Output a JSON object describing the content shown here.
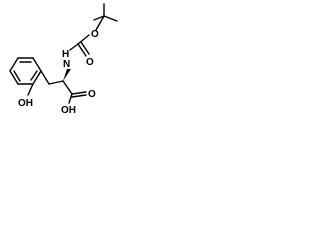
{
  "molecule": {
    "atom_labels": {
      "boc_oxygen": "O",
      "carbamate_carbonyl_oxygen": "O",
      "amide_nh": "N",
      "amide_h": "H",
      "phenol_oh": "OH",
      "acid_carbonyl_oxygen": "O",
      "acid_oh": "OH"
    },
    "colors": {
      "bond": "#000000",
      "label": "#000000",
      "background": "#ffffff"
    }
  }
}
